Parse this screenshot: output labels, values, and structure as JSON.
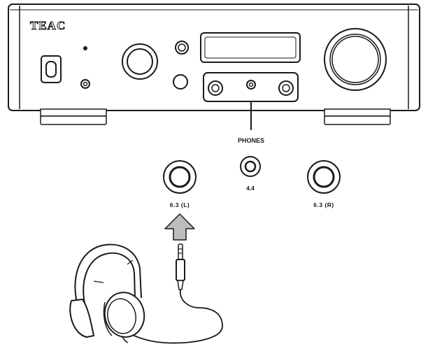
{
  "device": {
    "brand": "TEAC"
  },
  "labels": {
    "phones": "PHONES",
    "jack_left": "6.3 (L)",
    "jack_center": "4.4",
    "jack_right": "6.3 (R)"
  },
  "icons": [
    "power-switch-icon",
    "arrow-up-icon",
    "headphones-icon",
    "headphone-plug-icon"
  ],
  "colors": {
    "line": "#1a1a1a",
    "arrow_fill": "#bdbdbd",
    "background": "#ffffff"
  }
}
